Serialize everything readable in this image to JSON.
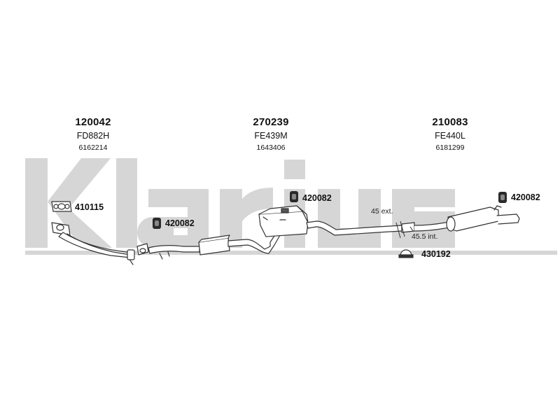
{
  "watermark": {
    "brand": "Klarius"
  },
  "parts": [
    {
      "number": "120042",
      "code": "FD882H",
      "ref": "6162214"
    },
    {
      "number": "270239",
      "code": "FE439M",
      "ref": "1643406"
    },
    {
      "number": "210083",
      "code": "FE440L",
      "ref": "6181299"
    }
  ],
  "fittings": [
    {
      "label": "410115"
    },
    {
      "label": "420082"
    },
    {
      "label": "420082"
    },
    {
      "label": "420082"
    },
    {
      "label": "430192"
    }
  ],
  "annotations": {
    "ext": "45 ext.",
    "int": "45.5 int."
  },
  "colors": {
    "watermark": "#d6d6d6",
    "pipe_fill": "#ffffff",
    "pipe_stroke": "#333333",
    "rubber": "#2a2a2a"
  }
}
